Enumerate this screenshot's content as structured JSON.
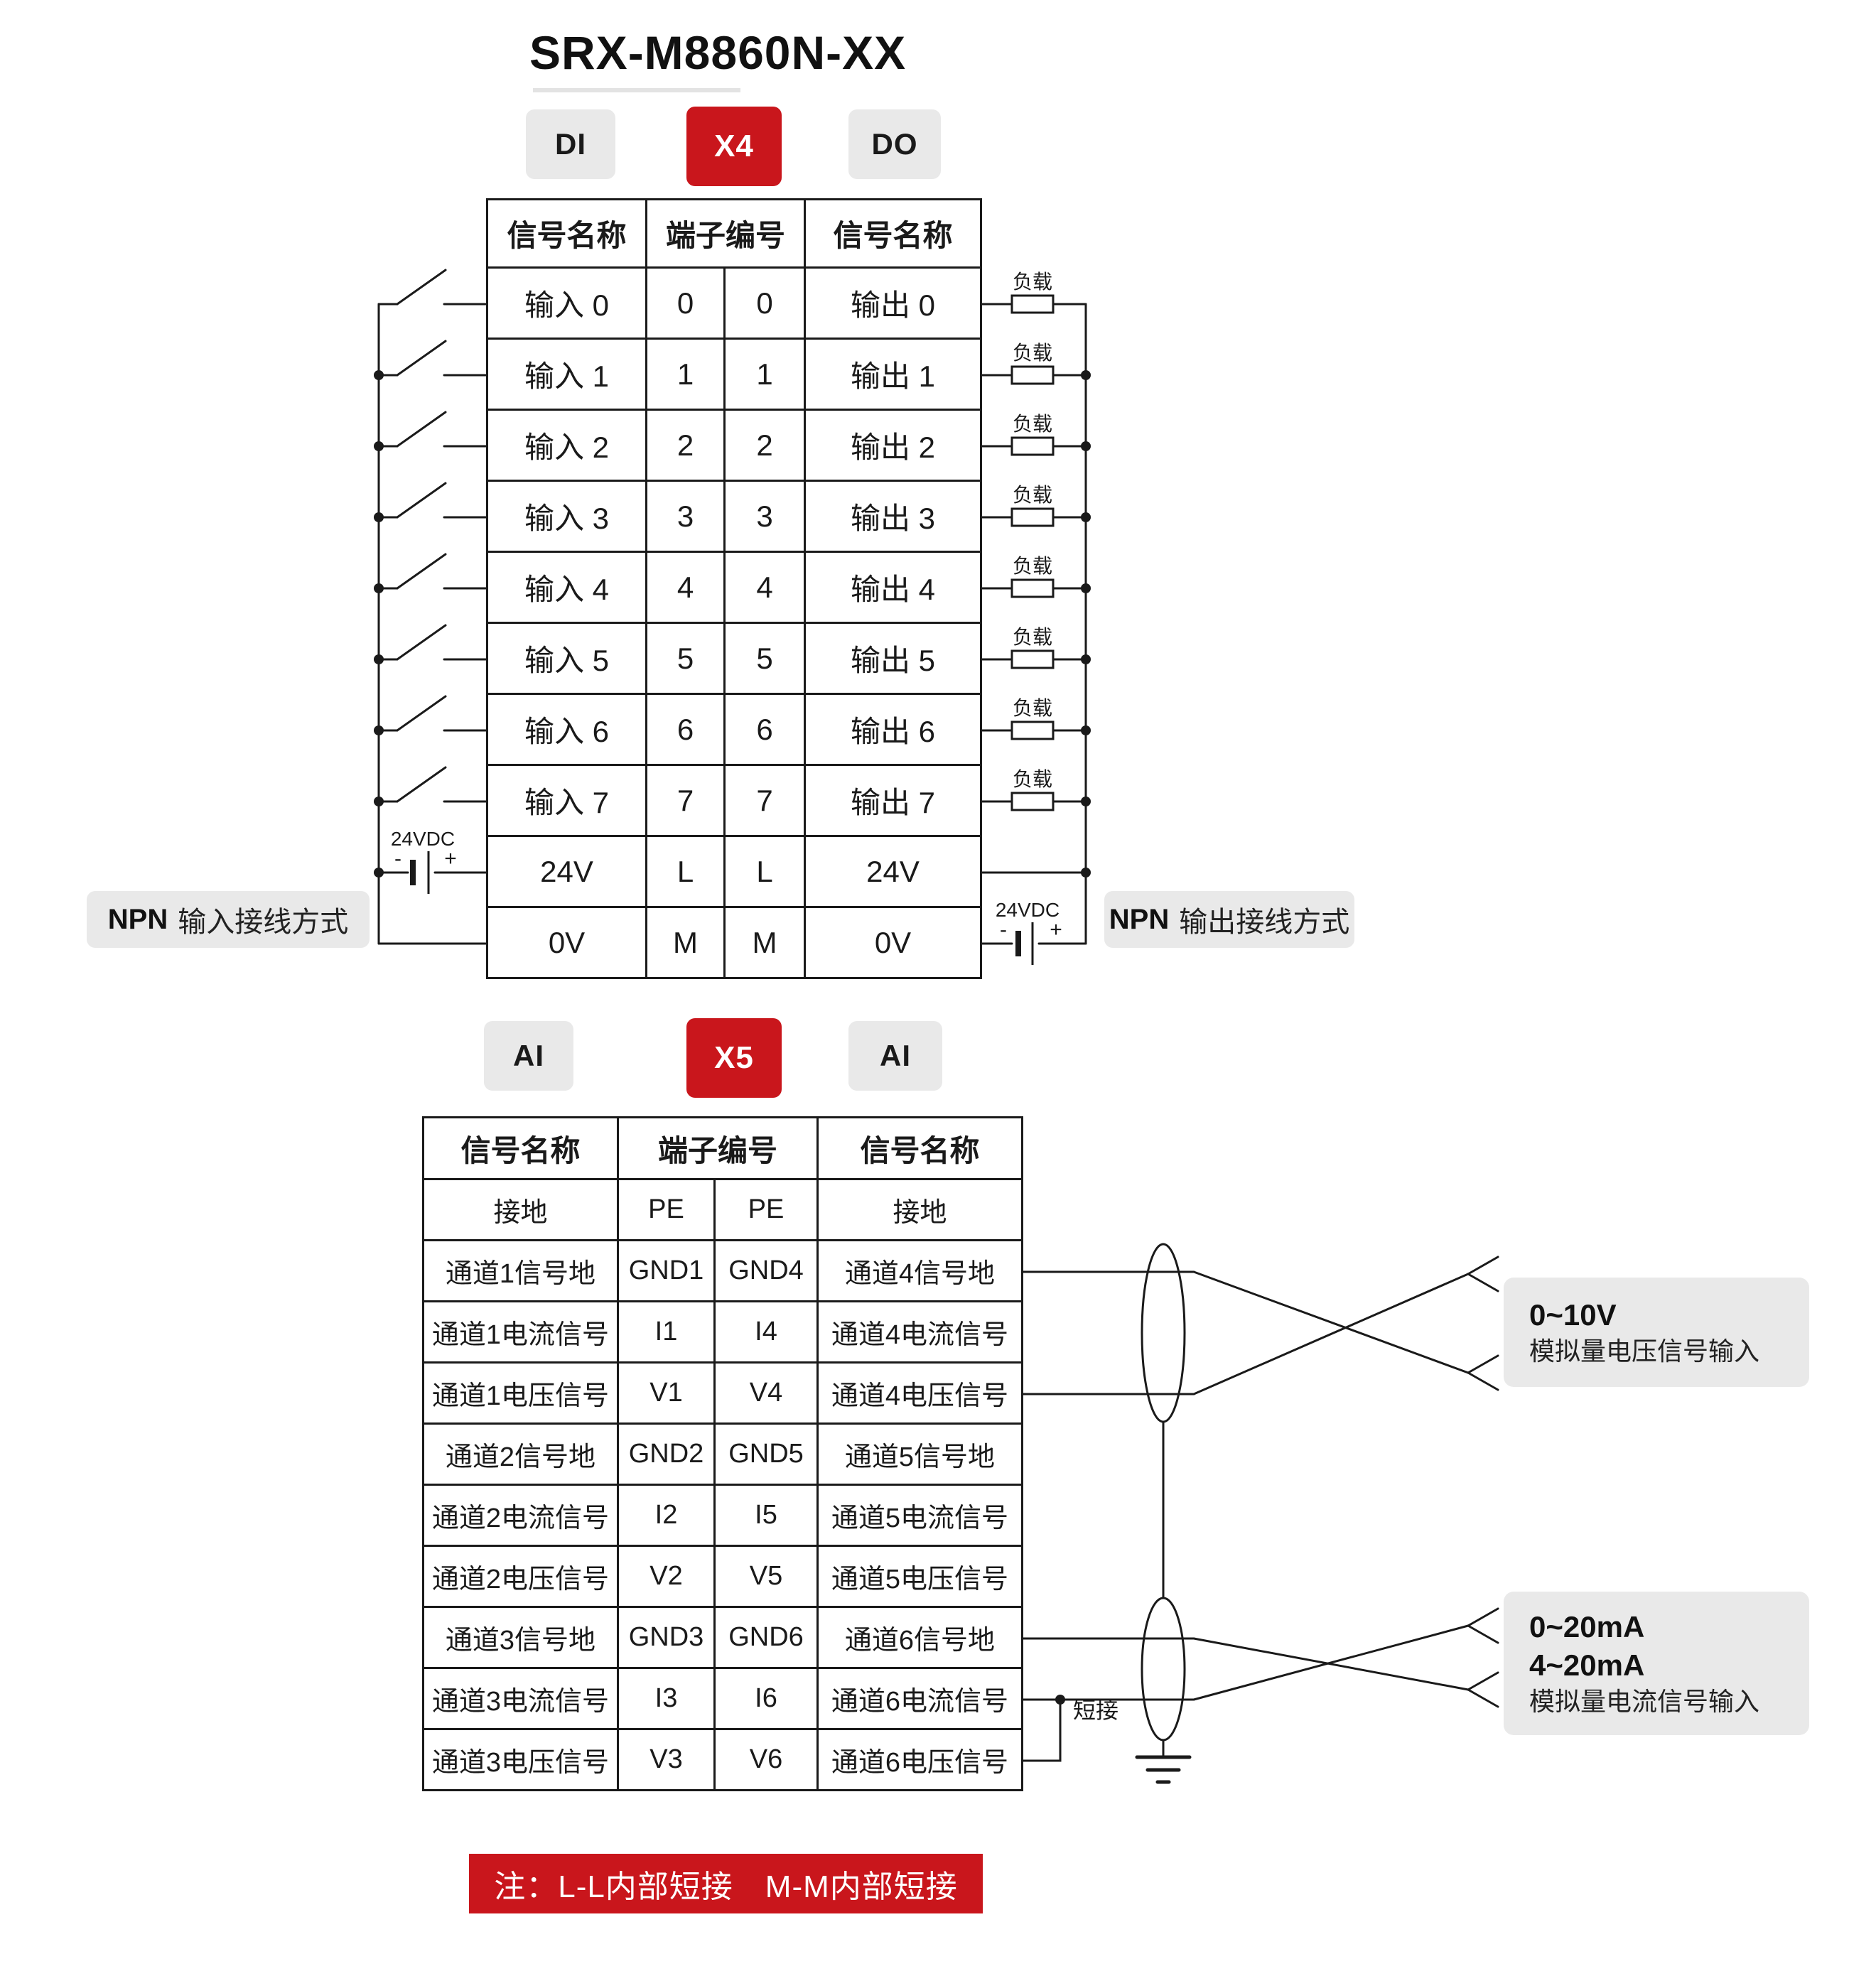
{
  "title": "SRX-M8860N-XX",
  "colors": {
    "accent_red": "#C9161C",
    "badge_gray": "#E9E9E9"
  },
  "connector_x4": {
    "badge_left": "DI",
    "badge_center": "X4",
    "badge_right": "DO",
    "table": {
      "headers": [
        "信号名称",
        "端子编号",
        "信号名称"
      ],
      "rows": [
        {
          "left": "输入 0",
          "t1": "0",
          "t2": "0",
          "right": "输出 0"
        },
        {
          "left": "输入 1",
          "t1": "1",
          "t2": "1",
          "right": "输出 1"
        },
        {
          "left": "输入 2",
          "t1": "2",
          "t2": "2",
          "right": "输出 2"
        },
        {
          "left": "输入 3",
          "t1": "3",
          "t2": "3",
          "right": "输出 3"
        },
        {
          "left": "输入 4",
          "t1": "4",
          "t2": "4",
          "right": "输出 4"
        },
        {
          "left": "输入 5",
          "t1": "5",
          "t2": "5",
          "right": "输出 5"
        },
        {
          "left": "输入 6",
          "t1": "6",
          "t2": "6",
          "right": "输出 6"
        },
        {
          "left": "输入 7",
          "t1": "7",
          "t2": "7",
          "right": "输出 7"
        },
        {
          "left": "24V",
          "t1": "L",
          "t2": "L",
          "right": "24V"
        },
        {
          "left": "0V",
          "t1": "M",
          "t2": "M",
          "right": "0V"
        }
      ]
    },
    "input_note_bold": "NPN",
    "input_note_text": "输入接线方式",
    "output_note_bold": "NPN",
    "output_note_text": "输出接线方式",
    "input_supply_label": "24VDC",
    "output_supply_label": "24VDC",
    "load_label": "负载",
    "minus": "-",
    "plus": "+"
  },
  "connector_x5": {
    "badge_left": "AI",
    "badge_center": "X5",
    "badge_right": "AI",
    "table": {
      "headers": [
        "信号名称",
        "端子编号",
        "信号名称"
      ],
      "rows": [
        {
          "left": "接地",
          "t1": "PE",
          "t2": "PE",
          "right": "接地"
        },
        {
          "left": "通道1信号地",
          "t1": "GND1",
          "t2": "GND4",
          "right": "通道4信号地"
        },
        {
          "left": "通道1电流信号",
          "t1": "I1",
          "t2": "I4",
          "right": "通道4电流信号"
        },
        {
          "left": "通道1电压信号",
          "t1": "V1",
          "t2": "V4",
          "right": "通道4电压信号"
        },
        {
          "left": "通道2信号地",
          "t1": "GND2",
          "t2": "GND5",
          "right": "通道5信号地"
        },
        {
          "left": "通道2电流信号",
          "t1": "I2",
          "t2": "I5",
          "right": "通道5电流信号"
        },
        {
          "left": "通道2电压信号",
          "t1": "V2",
          "t2": "V5",
          "right": "通道5电压信号"
        },
        {
          "left": "通道3信号地",
          "t1": "GND3",
          "t2": "GND6",
          "right": "通道6信号地"
        },
        {
          "left": "通道3电流信号",
          "t1": "I3",
          "t2": "I6",
          "right": "通道6电流信号"
        },
        {
          "left": "通道3电压信号",
          "t1": "V3",
          "t2": "V6",
          "right": "通道6电压信号"
        }
      ]
    },
    "voltage_note_line1": "0~10V",
    "voltage_note_line2": "模拟量电压信号输入",
    "current_note_line1": "0~20mA",
    "current_note_line2": "4~20mA",
    "current_note_line3": "模拟量电流信号输入",
    "short_jumper_label": "短接"
  },
  "footer_note": "注：L-L内部短接　M-M内部短接"
}
